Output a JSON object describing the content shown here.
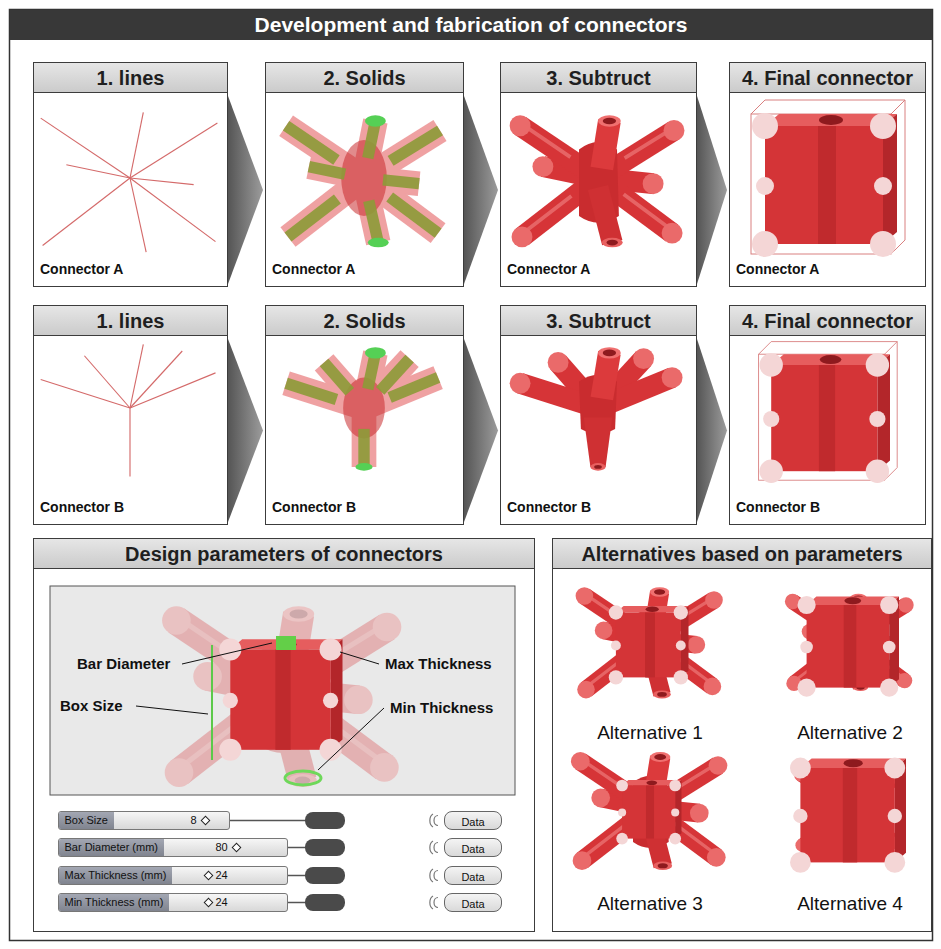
{
  "diagram": {
    "title": "Development and fabrication of connectors",
    "nodes": [
      {
        "text": [
          "1. lines",
          "Connector A"
        ]
      },
      {
        "text": [
          "2. Solids",
          "Connector A"
        ]
      },
      {
        "text": [
          "3. Subtruct",
          "Connector A"
        ]
      },
      {
        "text": [
          "4. Final connector",
          "Connector A"
        ]
      },
      {
        "text": [
          "1. lines",
          "Connector B"
        ]
      },
      {
        "text": [
          "2. Solids",
          "Connector B"
        ]
      },
      {
        "text": [
          "3. Subtruct",
          "Connector B"
        ]
      },
      {
        "text": [
          "4. Final connector",
          "Connector B"
        ]
      },
      {
        "text": [
          "Design parameters of connectors"
        ]
      },
      {
        "text": [
          "Box Size",
          "8"
        ],
        "in": 8
      },
      {
        "text": [
          "Bar Diameter (mm)",
          "80"
        ],
        "in": 8
      },
      {
        "text": [
          "Max Thickness (mm)",
          "24"
        ],
        "in": 8
      },
      {
        "text": [
          "Min Thickness (mm)",
          "24"
        ],
        "in": 8
      },
      {
        "text": [
          "Data"
        ],
        "in": 8
      },
      {
        "text": [
          "Data"
        ],
        "in": 8
      },
      {
        "text": [
          "Data"
        ],
        "in": 8
      },
      {
        "text": [
          "Data"
        ],
        "in": 8
      },
      {
        "text": [
          "Alternatives based on parameters"
        ]
      }
    ],
    "edges": [
      {
        "from": 0,
        "to": 1,
        "arrow": "to"
      },
      {
        "from": 1,
        "to": 2,
        "arrow": "to"
      },
      {
        "from": 2,
        "to": 3,
        "arrow": "to"
      },
      {
        "from": 4,
        "to": 5,
        "arrow": "to"
      },
      {
        "from": 5,
        "to": 6,
        "arrow": "to"
      },
      {
        "from": 6,
        "to": 7,
        "arrow": "to"
      }
    ],
    "labels": [
      "Bar Diameter",
      "Max Thickness",
      "Box Size",
      "Min Thickness",
      "Alternative 1",
      "Alternative 2",
      "Alternative 3",
      "Alternative 4"
    ]
  }
}
